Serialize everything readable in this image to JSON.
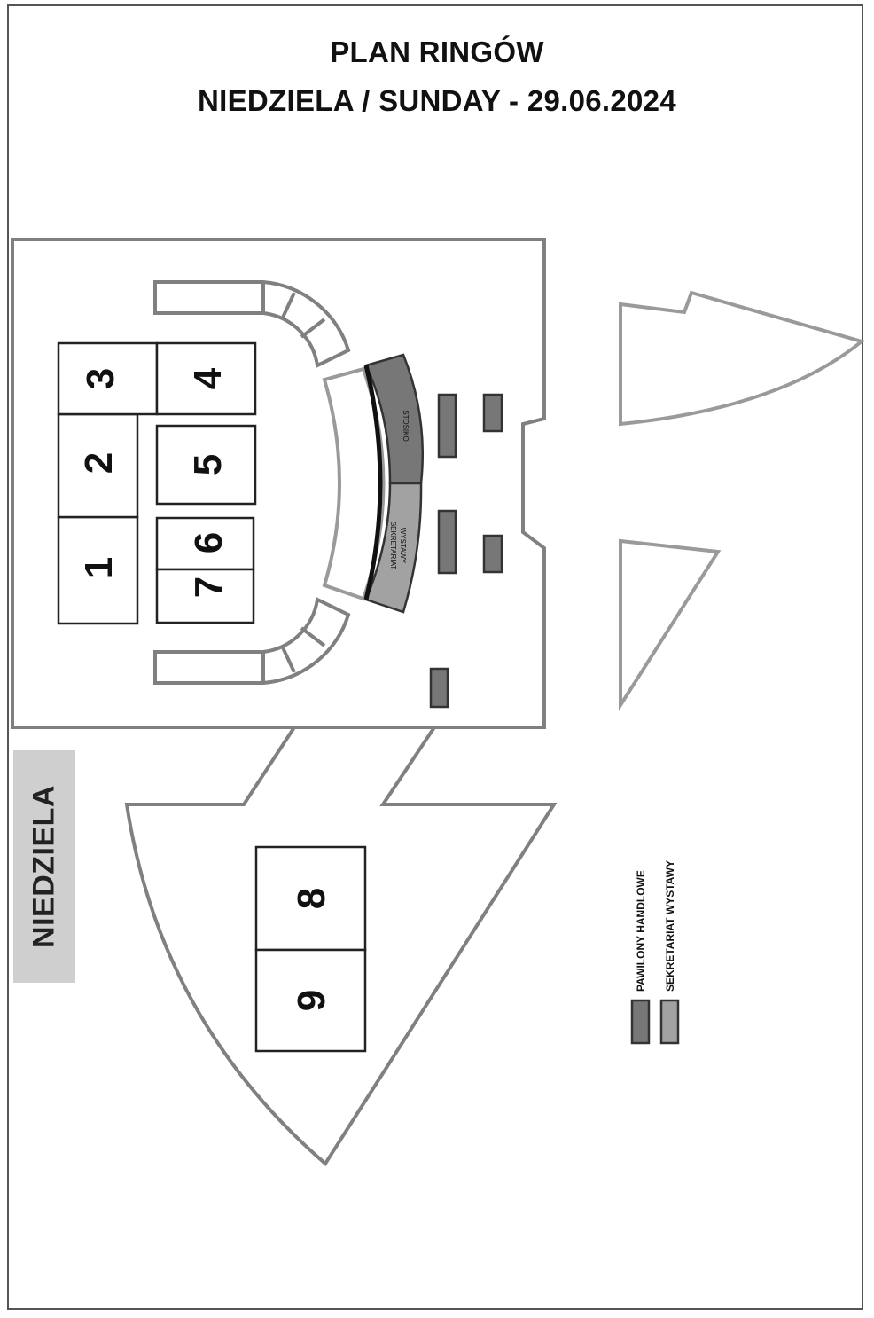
{
  "header": {
    "title": "PLAN RINGÓW",
    "subtitle": "NIEDZIELA / SUNDAY - 29.06.2024"
  },
  "day_label": "NIEDZIELA",
  "rings": [
    "1",
    "2",
    "3",
    "4",
    "5",
    "6",
    "7",
    "8",
    "9"
  ],
  "zones": {
    "stosiko": "STOSIKO",
    "secretariat_line1": "SEKRETARIAT",
    "secretariat_line2": "WYSTAWY"
  },
  "legend": {
    "trade_stands": "PAWILONY HANDLOWE",
    "show_secretariat": "SEKRETARIAT WYSTAWY"
  },
  "colors": {
    "walls": "#808080",
    "trade_stand_fill": "#777777",
    "secretariat_fill": "#a2a2a2",
    "day_band": "#cfcfcf"
  }
}
